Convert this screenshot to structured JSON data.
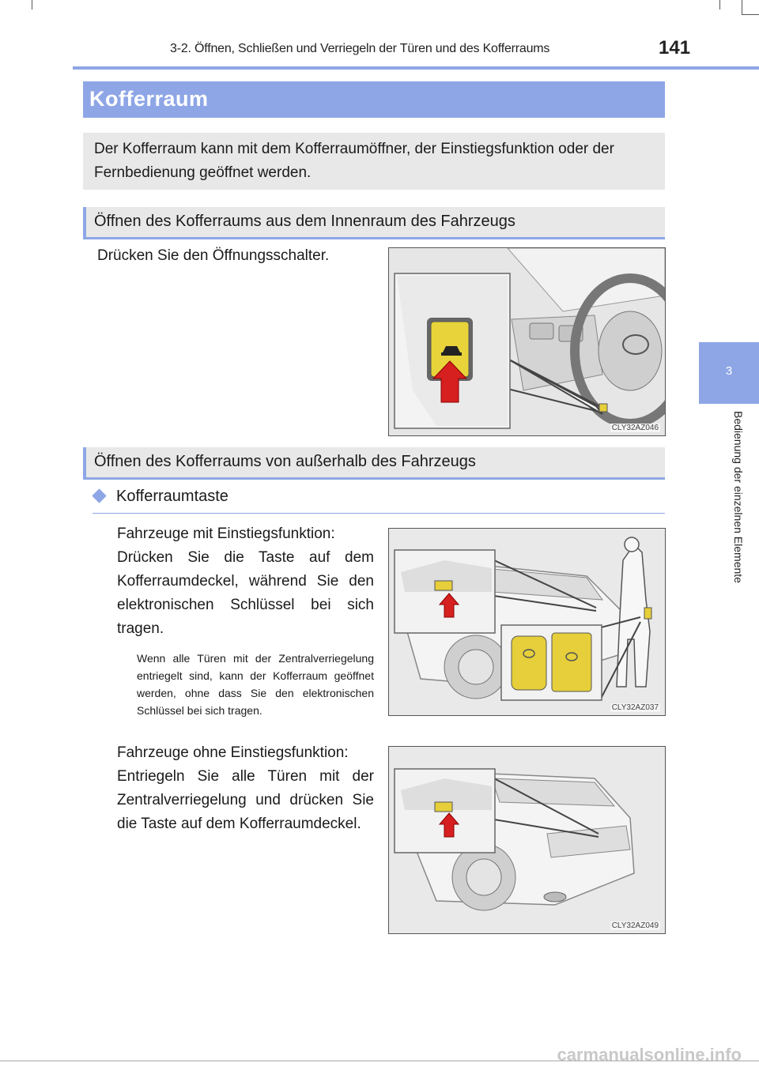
{
  "header": {
    "title": "3-2. Öffnen, Schließen und Verriegeln der Türen und des Kofferraums",
    "page_number": "141"
  },
  "side_tab": {
    "number": "3",
    "label": "Bedienung der einzelnen Elemente"
  },
  "section": {
    "title": "Kofferraum",
    "intro": "Der Kofferraum kann mit dem Kofferraumöffner, der Einstiegsfunktion oder der Fernbedienung geöffnet werden."
  },
  "inside": {
    "heading": "Öffnen des Kofferraums aus dem Innenraum des Fahrzeugs",
    "instruction": "Drücken Sie den Öffnungsschalter.",
    "image_code": "CLY32AZ046"
  },
  "outside": {
    "heading": "Öffnen des Kofferraums von außerhalb des Fahrzeugs",
    "subheading": "Kofferraumtaste",
    "with_entry_title": "Fahrzeuge mit Einstiegsfunktion:",
    "with_entry_text": "Drücken Sie die Taste auf dem Kofferraumdeckel, während Sie den elektronischen Schlüssel bei sich tragen.",
    "with_entry_note": "Wenn alle Türen mit der Zentralverriegelung entriegelt sind, kann der Kofferraum geöffnet werden, ohne dass Sie den elektronischen Schlüssel bei sich tragen.",
    "image_code_1": "CLY32AZ037",
    "without_entry_title": "Fahrzeuge ohne Einstiegsfunktion:",
    "without_entry_text": "Entriegeln Sie alle Türen mit der Zentralverriegelung und drücken Sie die Taste auf dem Kofferraumdeckel.",
    "image_code_2": "CLY32AZ049"
  },
  "footer": {
    "watermark": "carmanualsonline.info"
  }
}
